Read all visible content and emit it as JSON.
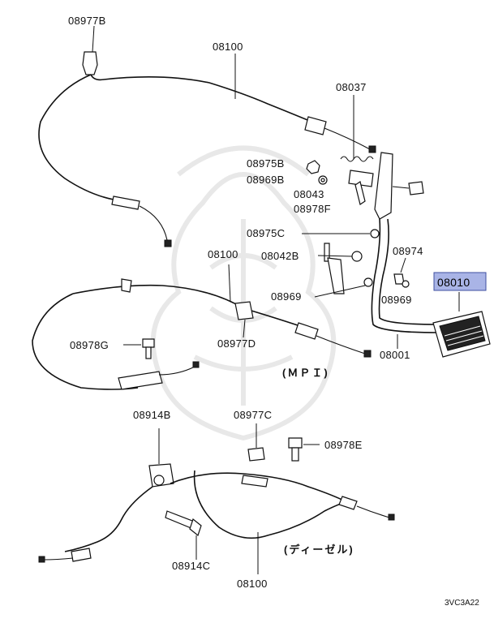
{
  "labels": {
    "p08977B": "08977B",
    "p08100_top": "08100",
    "p08037": "08037",
    "p08975B": "08975B",
    "p08969B": "08969B",
    "p08043": "08043",
    "p08978F": "08978F",
    "p08975C": "08975C",
    "p08100_mid": "08100",
    "p08042B": "08042B",
    "p08974": "08974",
    "p08010": "08010",
    "p08969_left": "08969",
    "p08969_right": "08969",
    "p08978G": "08978G",
    "p08977D": "08977D",
    "p08001": "08001",
    "p08914B": "08914B",
    "p08977C": "08977C",
    "p08978E": "08978E",
    "p08914C": "08914C",
    "p08100_bottom": "08100"
  },
  "notes": {
    "mpi": "(ＭＰＩ)",
    "diesel": "(ディーゼル)"
  },
  "diagram_code": "3VC3A22",
  "highlight_color": "#a9b4e6"
}
